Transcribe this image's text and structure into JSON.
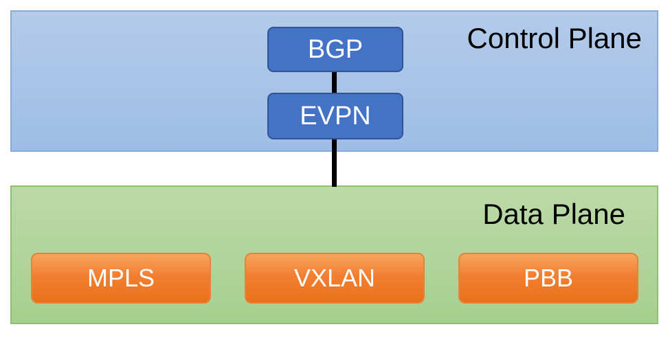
{
  "control_plane": {
    "title": "Control Plane",
    "fill_color": "#a9c4e8",
    "protocols": [
      {
        "label": "BGP",
        "color": "#4472c4"
      },
      {
        "label": "EVPN",
        "color": "#4472c4"
      }
    ]
  },
  "data_plane": {
    "title": "Data Plane",
    "fill_color": "#b1d59c",
    "encapsulations": [
      {
        "label": "MPLS",
        "color": "#ed7d31"
      },
      {
        "label": "VXLAN",
        "color": "#ed7d31"
      },
      {
        "label": "PBB",
        "color": "#ed7d31"
      }
    ]
  },
  "connector_color": "#000000"
}
